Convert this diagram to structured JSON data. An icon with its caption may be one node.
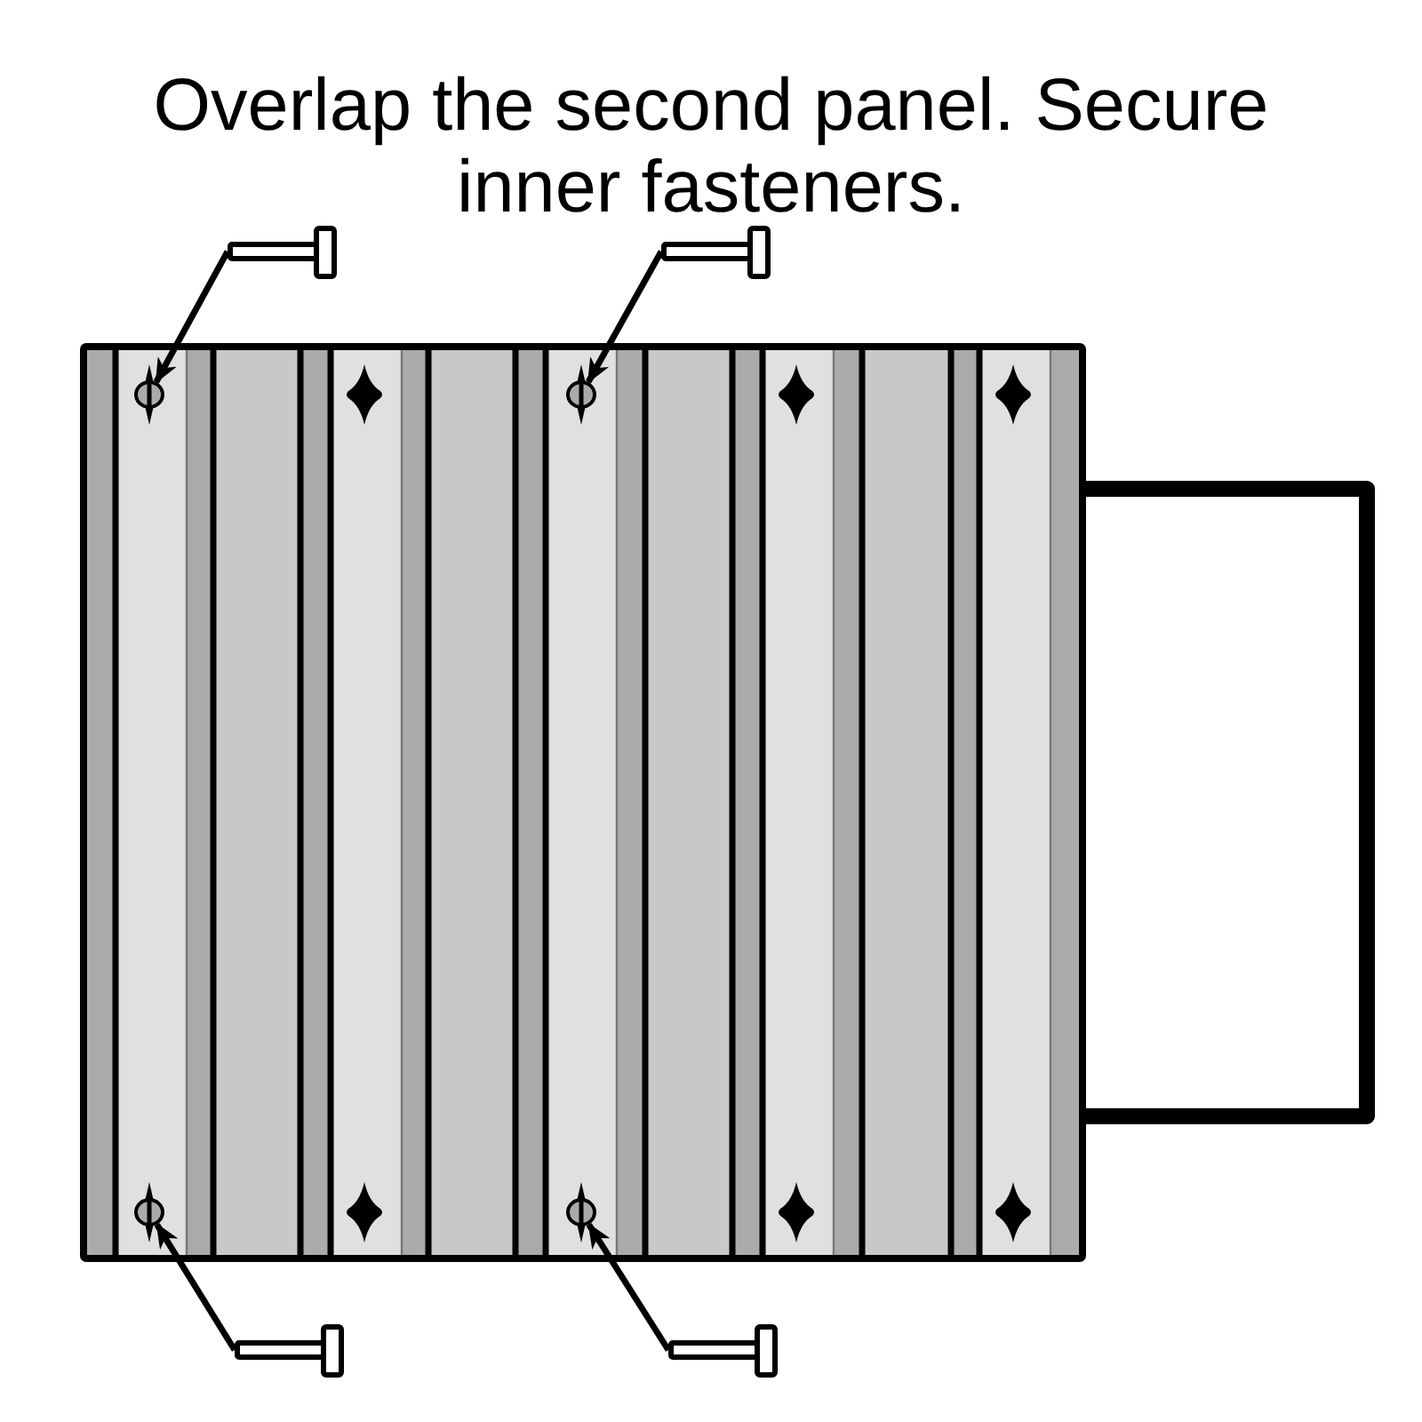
{
  "diagram": {
    "title": "Overlap the second panel. Secure inner fasteners.",
    "nodes": [
      {
        "text": [],
        "shape": "picture"
      },
      {
        "text": [],
        "shape": "picture"
      },
      {
        "text": [],
        "shape": "ellipse"
      },
      {
        "text": [],
        "shape": "ellipse"
      },
      {
        "text": [],
        "shape": "ellipse"
      },
      {
        "text": [],
        "shape": "ellipse"
      },
      {
        "text": [],
        "shape": "picture"
      },
      {
        "text": [],
        "shape": "picture"
      }
    ],
    "edges": [
      {
        "from": 0,
        "to": 2,
        "arrow": "to"
      },
      {
        "from": 1,
        "to": 3,
        "arrow": "to"
      },
      {
        "from": 6,
        "to": 4,
        "arrow": "to"
      },
      {
        "from": 7,
        "to": 5,
        "arrow": "to"
      }
    ]
  }
}
